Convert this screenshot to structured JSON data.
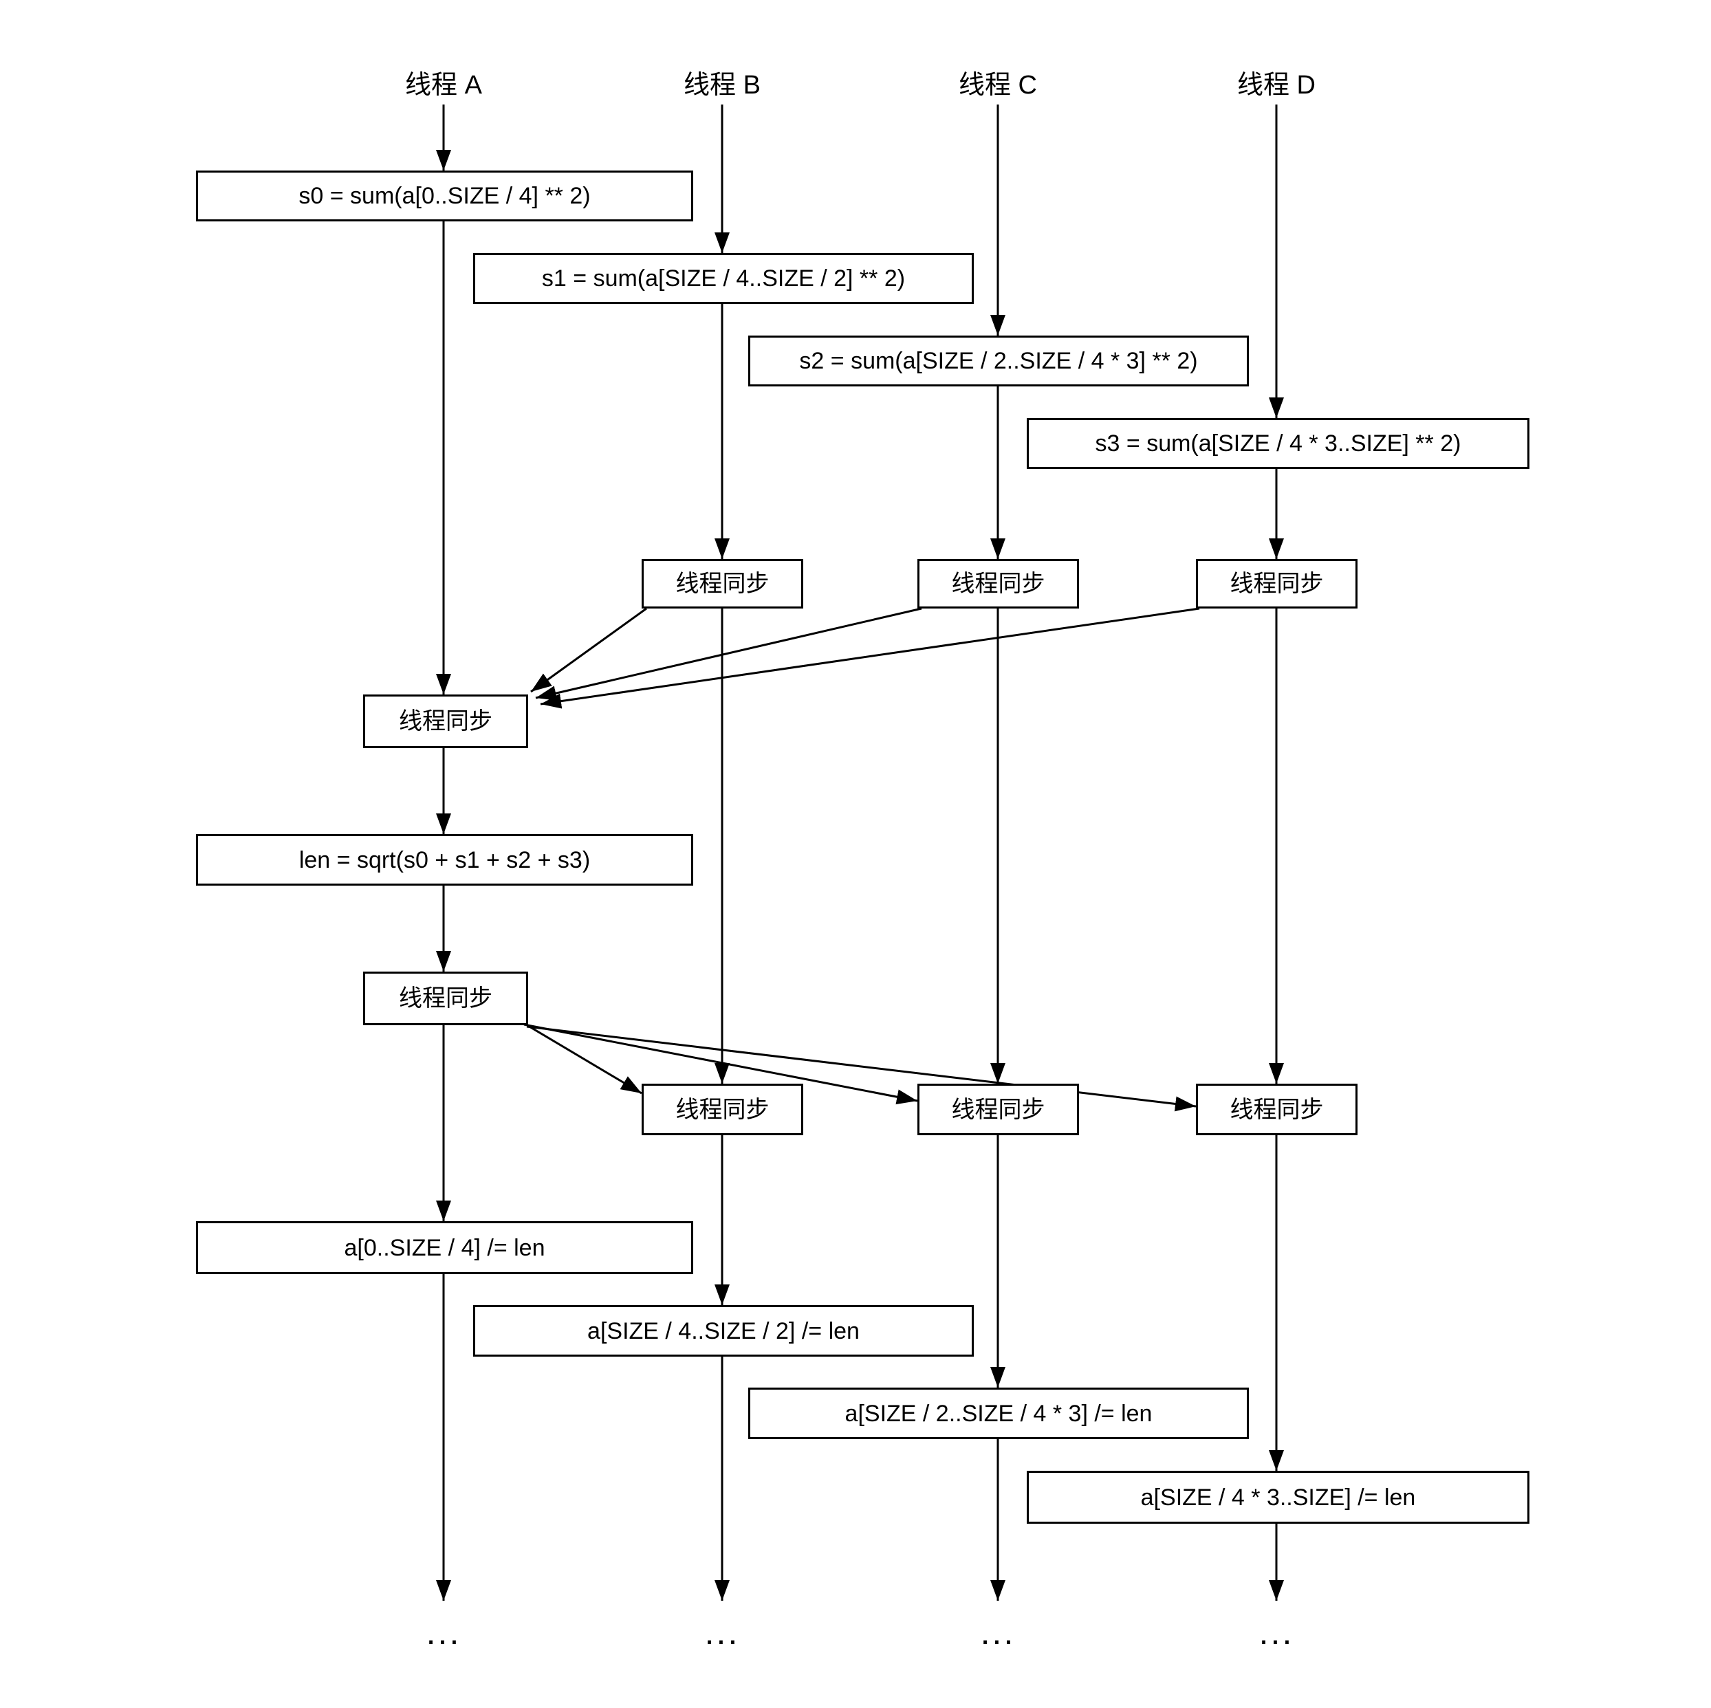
{
  "diagram": {
    "sync_label": "线程同步",
    "ellipsis": "...",
    "main_step": "len = sqrt(s0 + s1 + s2 + s3)",
    "threads": [
      {
        "id": "A",
        "label": "线程 A",
        "sum_step": "s0 = sum(a[0..SIZE / 4] ** 2)",
        "divide_step": "a[0..SIZE / 4] /= len"
      },
      {
        "id": "B",
        "label": "线程 B",
        "sum_step": "s1 = sum(a[SIZE / 4..SIZE / 2] ** 2)",
        "divide_step": "a[SIZE / 4..SIZE / 2] /= len"
      },
      {
        "id": "C",
        "label": "线程 C",
        "sum_step": "s2 = sum(a[SIZE / 2..SIZE / 4 * 3] ** 2)",
        "divide_step": "a[SIZE / 2..SIZE / 4 * 3] /= len"
      },
      {
        "id": "D",
        "label": "线程 D",
        "sum_step": "s3 = sum(a[SIZE / 4 * 3..SIZE] ** 2)",
        "divide_step": "a[SIZE / 4 * 3..SIZE] /= len"
      }
    ]
  }
}
